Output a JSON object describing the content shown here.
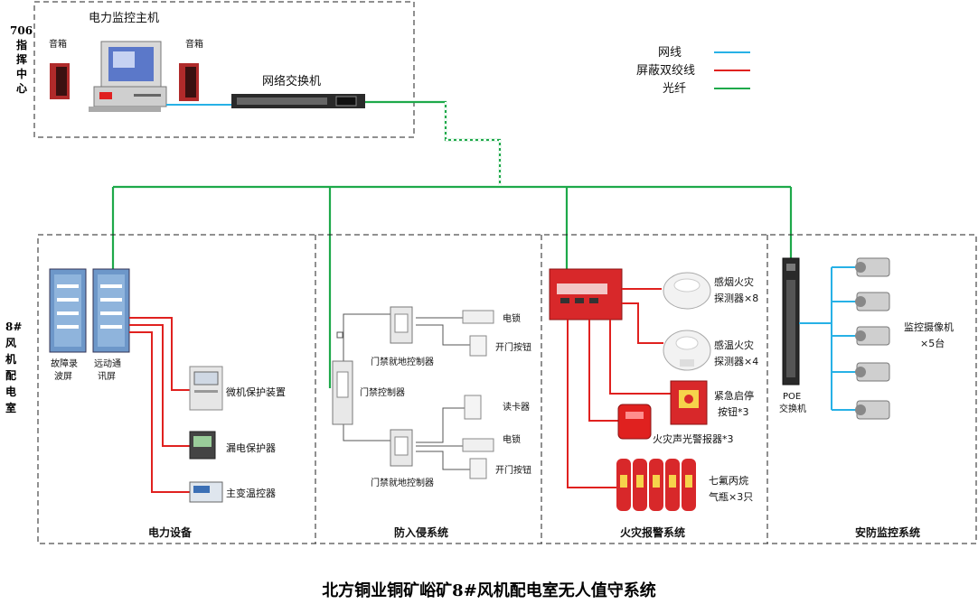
{
  "command_center": {
    "label_lines": [
      "706",
      "指",
      "挥",
      "中",
      "心"
    ],
    "host_label": "电力监控主机",
    "speaker_left": "音箱",
    "speaker_right": "音箱",
    "switch_label": "网络交换机"
  },
  "legend": [
    {
      "label": "网线",
      "color": "#27b1e6"
    },
    {
      "label": "屏蔽双绞线",
      "color": "#e0211f"
    },
    {
      "label": "光纤",
      "color": "#1ea94a"
    }
  ],
  "room": {
    "label_lines": [
      "8#",
      "风",
      "机",
      "配",
      "电",
      "室"
    ]
  },
  "power": {
    "section_label": "电力设备",
    "cabinet1_lines": [
      "故障录",
      "波屏"
    ],
    "cabinet2_lines": [
      "远动通",
      "讯屏"
    ],
    "device1": "微机保护装置",
    "device2": "漏电保护器",
    "device3": "主变温控器"
  },
  "intrusion": {
    "section_label": "防入侵系统",
    "main_controller": "门禁控制器",
    "local_controller_top": "门禁就地控制器",
    "local_controller_bottom": "门禁就地控制器",
    "lock_top": "电锁",
    "button_top": "开门按钮",
    "card_reader": "读卡器",
    "lock_bottom": "电锁",
    "button_bottom": "开门按钮"
  },
  "fire": {
    "section_label": "火灾报警系统",
    "smoke_lines": [
      "感烟火灾",
      "探测器×8"
    ],
    "heat_lines": [
      "感温火灾",
      "探测器×4"
    ],
    "stop_lines": [
      "紧急启停",
      "按钮*3"
    ],
    "alarm": "火灾声光警报器*3",
    "gas_lines": [
      "七氟丙烷",
      "气瓶×3只"
    ]
  },
  "security": {
    "section_label": "安防监控系统",
    "switch_lines": [
      "POE",
      "交换机"
    ],
    "camera_lines": [
      "监控摄像机",
      "×5台"
    ]
  },
  "title": "北方铜业铜矿峪矿8#风机配电室无人值守系统"
}
